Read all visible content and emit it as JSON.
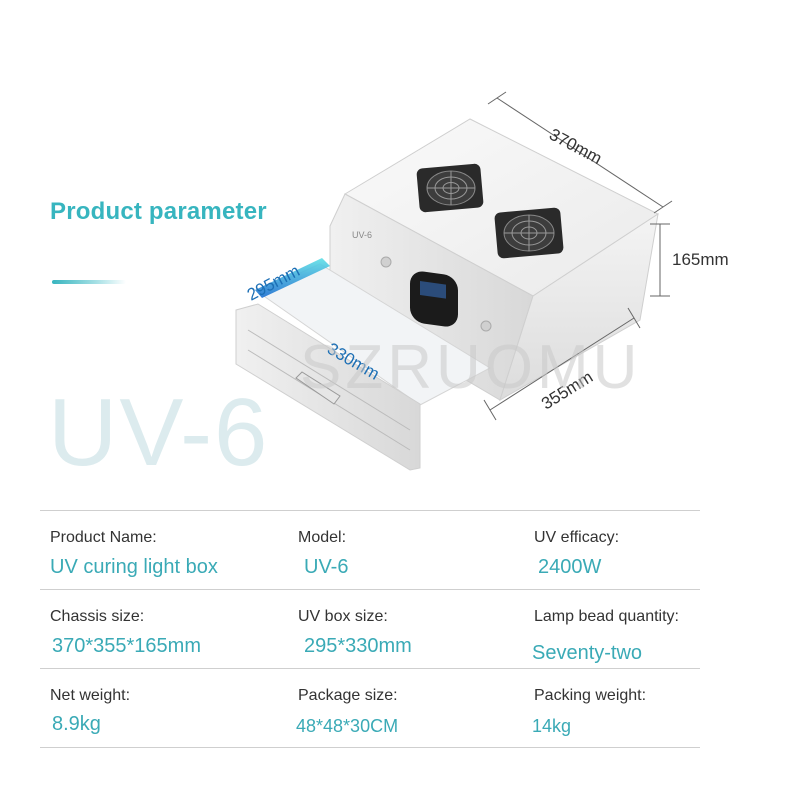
{
  "header": {
    "title": "Product parameter"
  },
  "watermark": {
    "model": "UV-6",
    "brand": "SZRUOMU"
  },
  "product": {
    "logo_text": "UV-6",
    "dimensions": {
      "width": "370mm",
      "height": "165mm",
      "depth": "355mm",
      "drawer_width": "295mm",
      "drawer_depth": "330mm"
    }
  },
  "specs": [
    [
      {
        "label": "Product Name:",
        "value": "UV curing light box"
      },
      {
        "label": "Model:",
        "value": "UV-6"
      },
      {
        "label": "UV efficacy:",
        "value": "2400W"
      }
    ],
    [
      {
        "label": "Chassis size:",
        "value": "370*355*165mm"
      },
      {
        "label": "UV box size:",
        "value": "295*330mm"
      },
      {
        "label": "Lamp bead quantity:",
        "value": "Seventy-two"
      }
    ],
    [
      {
        "label": "Net weight:",
        "value": "8.9kg"
      },
      {
        "label": "Package size:",
        "value": "48*48*30CM"
      },
      {
        "label": "Packing weight:",
        "value": "14kg"
      }
    ]
  ]
}
